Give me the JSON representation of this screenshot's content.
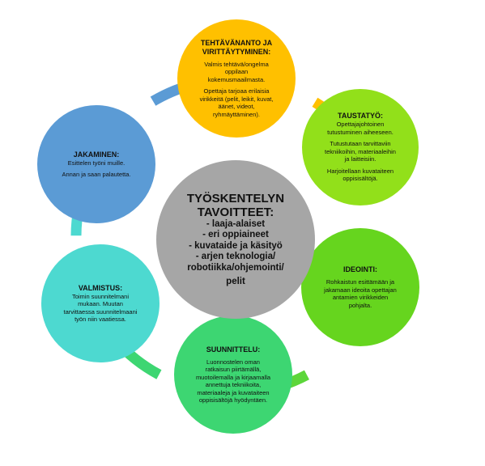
{
  "center": {
    "title_1": "TYÖSKENTELYN",
    "title_2": "TAVOITTEET:",
    "items": [
      "- laaja-alaiset",
      "- eri oppiaineet",
      "- kuvataide ja käsityö",
      "- arjen teknologia/",
      "robotiikka/ohjemointi/",
      "pelit"
    ],
    "color": "#A6A6A6"
  },
  "nodes": {
    "tehtavananto": {
      "title_1": "TEHTÄVÄNANTO JA",
      "title_2": "VIRITTÄYTYMINEN:",
      "lines": [
        "Valmis tehtävä/ongelma",
        "oppilaan",
        "kokemusmaailmasta.",
        "Opettaja tarjoaa erilaisia",
        "virikkeitä (pelit, leikit, kuvat,",
        "äänet, videot,",
        "ryhmäyttäminen)."
      ],
      "color": "#FFC000"
    },
    "taustatyo": {
      "title": "TAUSTATYÖ:",
      "lines": [
        "Opettajajohtoinen",
        "tutustuminen aiheeseen.",
        "Tutustutaan tarvittaviin",
        "tekniikoihin, materiaaleihin",
        "ja laitteisiin.",
        "Harjoitellaan kuvataiteen",
        "oppisisältöjä."
      ],
      "color": "#92E01A"
    },
    "ideointi": {
      "title": "IDEOINTI:",
      "lines": [
        "Rohkaistun esittämään ja",
        "jakamaan ideoita opettajan",
        "antamien virikkeiden",
        "pohjalta."
      ],
      "color": "#66D51E"
    },
    "suunnittelu": {
      "title": "SUUNNITTELU:",
      "lines": [
        "Luonnostelen oman",
        "ratkaisun piirtämällä,",
        "muotoilemalla ja kirjaamalla",
        "annettuja tekniikoita,",
        "materiaaleja ja kuvataiteen",
        "oppisisältöjä hyödyntäen."
      ],
      "color": "#3DD672"
    },
    "valmistus": {
      "title": "VALMISTUS:",
      "lines": [
        "Toimin suunnitelmani",
        "mukaan. Muutan",
        "tarvittaessa suunnitelmaani",
        "työn niin vaatiessa."
      ],
      "color": "#4DD9D0"
    },
    "jakaminen": {
      "title": "JAKAMINEN:",
      "lines": [
        "Esittelen työni muille.",
        "Annan ja saan palautetta."
      ],
      "color": "#5B9BD5"
    }
  }
}
